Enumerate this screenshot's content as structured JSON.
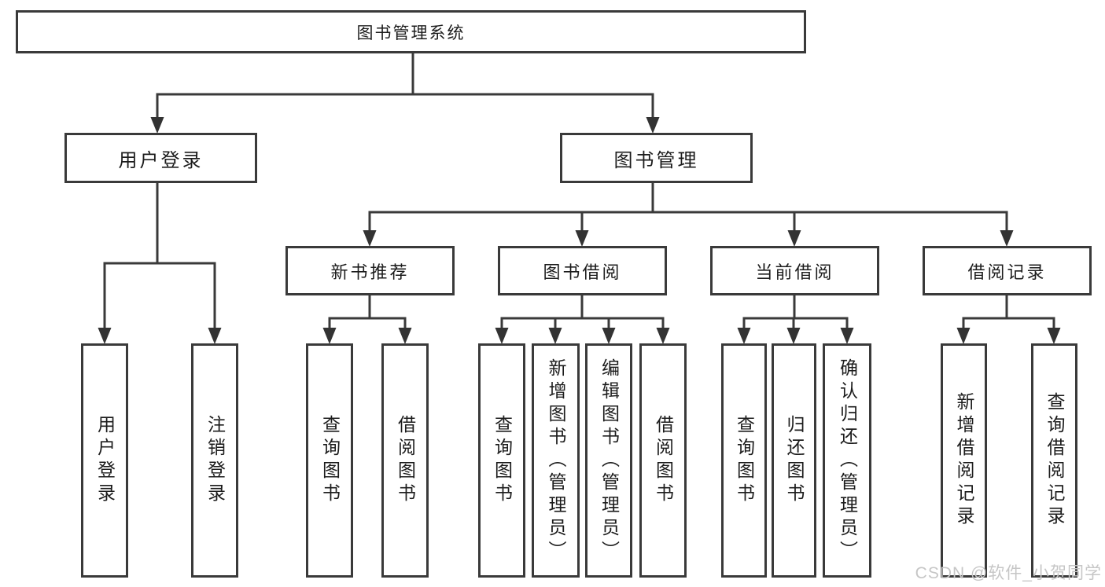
{
  "tree": {
    "root": {
      "label": "图书管理系统"
    },
    "branches": [
      {
        "label": "用户登录",
        "leaves": [
          {
            "label": "用户登录"
          },
          {
            "label": "注销登录"
          }
        ]
      },
      {
        "label": "图书管理",
        "groups": [
          {
            "label": "新书推荐",
            "leaves": [
              {
                "label": "查询图书"
              },
              {
                "label": "借阅图书"
              }
            ]
          },
          {
            "label": "图书借阅",
            "leaves": [
              {
                "label": "查询图书"
              },
              {
                "label": "新增图书（管理员）"
              },
              {
                "label": "编辑图书（管理员）"
              },
              {
                "label": "借阅图书"
              }
            ]
          },
          {
            "label": "当前借阅",
            "leaves": [
              {
                "label": "查询图书"
              },
              {
                "label": "归还图书"
              },
              {
                "label": "确认归还（管理员）"
              }
            ]
          },
          {
            "label": "借阅记录",
            "leaves": [
              {
                "label": "新增借阅记录"
              },
              {
                "label": "查询借阅记录"
              }
            ]
          }
        ]
      }
    ]
  },
  "watermark": "CSDN @软件_小贺同学",
  "colors": {
    "line": "#3a3a3a",
    "text": "#1c1c1c",
    "watermark": "#c6c6c6",
    "background": "#ffffff"
  }
}
